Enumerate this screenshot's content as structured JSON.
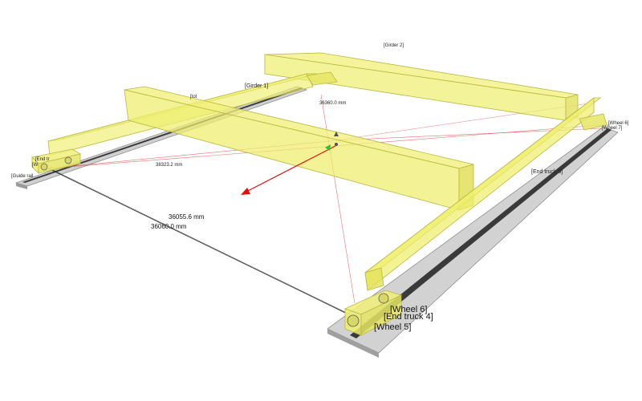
{
  "labels": {
    "girder_1": "[Girder 1]",
    "girder_2": "[Girder 2]",
    "end_truck_4": "[End truck 4]",
    "end_truck_5": "[End truck 5]",
    "wheel_5": "[Wheel 5]",
    "wheel_6": "[Wheel 6]",
    "wheel_7": "[Wheel 7]",
    "wheel_6_far": "[Wheel 6]",
    "end_left_top": "[End tr",
    "wheel_left": "[W",
    "guide_left": "[Guide rail",
    "top_label": "[tot"
  },
  "dimensions": {
    "diagonal": "38323.2 mm",
    "span_1": "36055.6 mm",
    "span_2": "36060.0 mm",
    "vertical": "36360.0 mm"
  },
  "colors": {
    "girder_fill": "#f1f07a",
    "girder_stroke": "#b9b840",
    "rail_fill": "#cfcfcf",
    "rail_groove": "#3a3a3a",
    "dimension_line": "#e05050",
    "axis_x": "#e01010",
    "axis_y": "#30c030",
    "axis_z": "#505050"
  }
}
